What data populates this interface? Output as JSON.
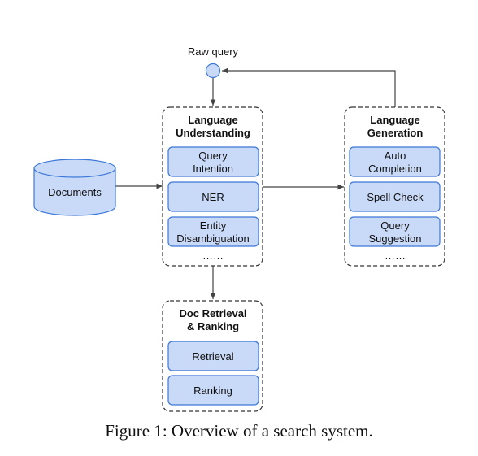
{
  "colors": {
    "box_fill": "#c9daf8",
    "box_stroke": "#3c78d8",
    "line": "#444444",
    "text": "#111111"
  },
  "raw_query": "Raw query",
  "documents": "Documents",
  "language_understanding": {
    "title_line1": "Language",
    "title_line2": "Understanding",
    "items": [
      {
        "line1": "Query",
        "line2": "Intention"
      },
      {
        "line1": "NER",
        "line2": ""
      },
      {
        "line1": "Entity",
        "line2": "Disambiguation"
      }
    ],
    "ellipsis": "……"
  },
  "language_generation": {
    "title_line1": "Language",
    "title_line2": "Generation",
    "items": [
      {
        "line1": "Auto",
        "line2": "Completion"
      },
      {
        "line1": "Spell Check",
        "line2": ""
      },
      {
        "line1": "Query",
        "line2": "Suggestion"
      }
    ],
    "ellipsis": "……"
  },
  "doc_retrieval": {
    "title_line1": "Doc Retrieval",
    "title_line2": "& Ranking",
    "items": [
      {
        "line1": "Retrieval",
        "line2": ""
      },
      {
        "line1": "Ranking",
        "line2": ""
      }
    ]
  },
  "caption": "Figure 1: Overview of a search system."
}
